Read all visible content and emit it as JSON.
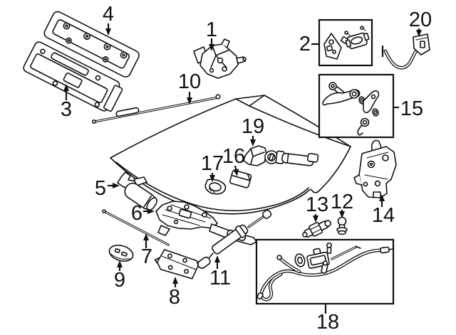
{
  "diagram": {
    "background_color": "#ffffff",
    "line_color": "#111111",
    "callouts": [
      {
        "label": "1",
        "part": "trunk-lock-actuator"
      },
      {
        "label": "2",
        "part": "lock-hardware-kit-box"
      },
      {
        "label": "3",
        "part": "trim-panel-lower"
      },
      {
        "label": "4",
        "part": "trim-panel-upper"
      },
      {
        "label": "5",
        "part": "drive-motor"
      },
      {
        "label": "6",
        "part": "latch-carrier-bracket"
      },
      {
        "label": "7",
        "part": "actuating-rod-short"
      },
      {
        "label": "8",
        "part": "mounting-bracket"
      },
      {
        "label": "9",
        "part": "oval-grommet-emblem"
      },
      {
        "label": "10",
        "part": "actuating-rod-long"
      },
      {
        "label": "11",
        "part": "gas-strut"
      },
      {
        "label": "12",
        "part": "ball-stud"
      },
      {
        "label": "13",
        "part": "pivot-pin"
      },
      {
        "label": "14",
        "part": "hinge-bracket"
      },
      {
        "label": "15",
        "part": "latch-lever-kit-box"
      },
      {
        "label": "16",
        "part": "switch-rectangular"
      },
      {
        "label": "17",
        "part": "switch-oval"
      },
      {
        "label": "18",
        "part": "emergency-release-cable-kit-box"
      },
      {
        "label": "19",
        "part": "lock-cylinder"
      },
      {
        "label": "20",
        "part": "micro-switch-with-cable"
      }
    ]
  }
}
